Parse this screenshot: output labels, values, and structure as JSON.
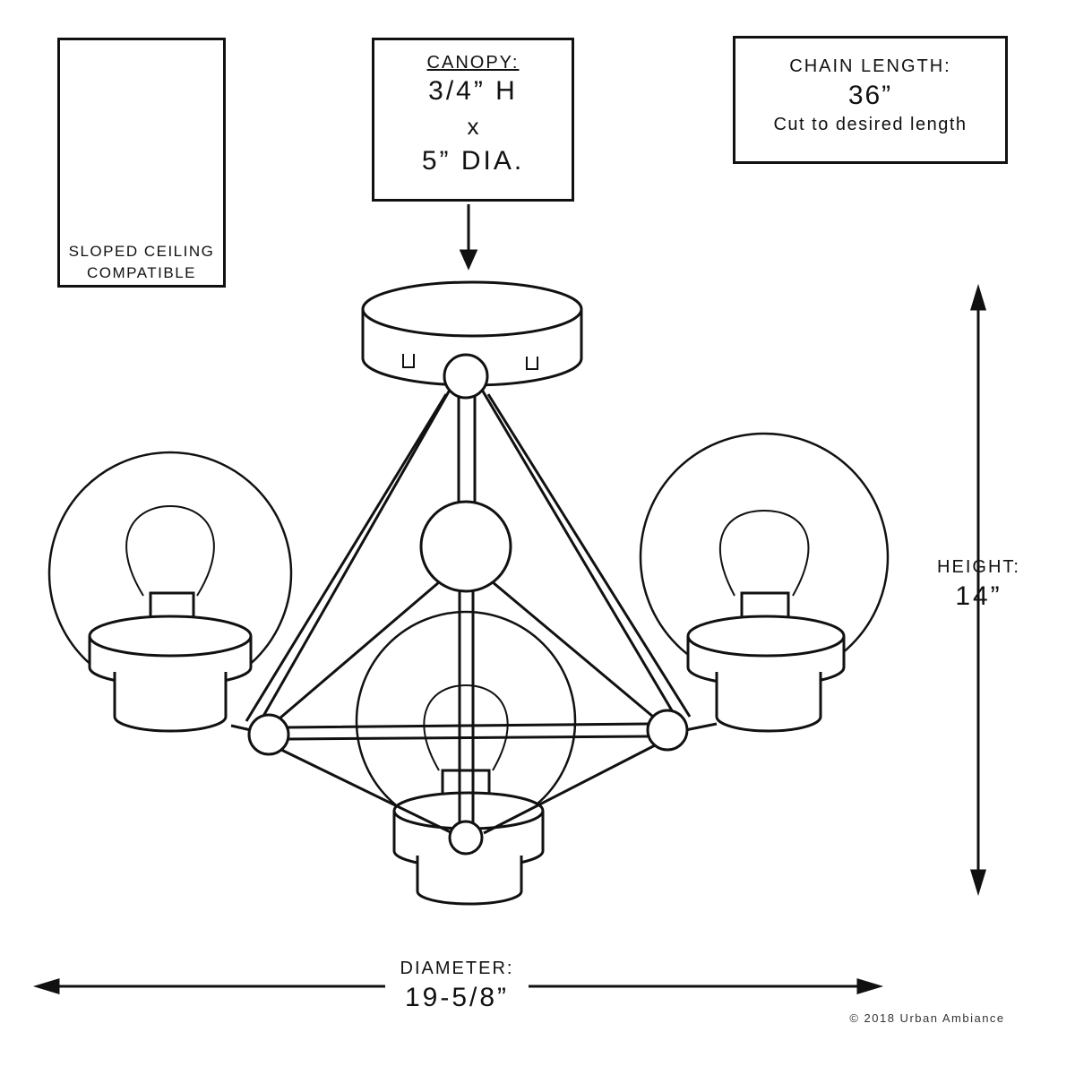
{
  "sloped_ceiling": {
    "line1": "SLOPED CEILING",
    "line2": "COMPATIBLE"
  },
  "canopy": {
    "label": "CANOPY:",
    "height": "3/4” H",
    "times": "x",
    "diameter": "5” DIA."
  },
  "chain": {
    "label": "CHAIN LENGTH:",
    "value": "36”",
    "note": "Cut to desired length"
  },
  "height": {
    "label": "HEIGHT:",
    "value": "14”"
  },
  "diameter": {
    "label": "DIAMETER:",
    "value": "19-5/8”"
  },
  "copyright": "© 2018 Urban Ambiance"
}
